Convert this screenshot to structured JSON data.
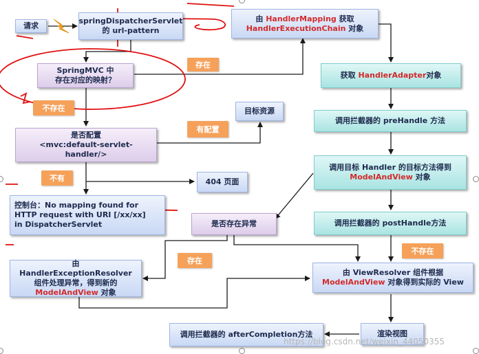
{
  "nodes": {
    "request": "请求",
    "dispatcher_l1": "springDispatcherServlet",
    "dispatcher_l2a": "的 ",
    "dispatcher_l2b": "url-pattern",
    "handler_mapping_l1a": "由 ",
    "handler_mapping_l1b": "HandlerMapping",
    "handler_mapping_l1c": " 获取",
    "handler_mapping_l2a": "HandlerExecutionChain",
    "handler_mapping_l2b": " 对象",
    "mapping_exists_l1": "SpringMVC 中",
    "mapping_exists_l2": "存在对应的映射？",
    "get_adapter_a": "获取 ",
    "get_adapter_b": "HandlerAdapter",
    "get_adapter_c": "对象",
    "prehandle_a": "调用拦截器的 ",
    "prehandle_b": "preHandle",
    "prehandle_c": " 方法",
    "target_resource": "目标资源",
    "default_servlet_l1": "是否配置",
    "default_servlet_l2": "<mvc:default-servlet-",
    "default_servlet_l3": "handler/>",
    "call_target_l1": "调用目标 Handler 的目标方法得到",
    "call_target_l2a": "ModelAndView",
    "call_target_l2b": " 对象",
    "page_404": "404 页面",
    "console_l1": "控制台：No mapping found for",
    "console_l2": "HTTP request with URI [/xx/xx]",
    "console_l3": "in DispatcherServlet",
    "exception_check": "是否存在异常",
    "posthandle_a": "调用拦截器的 ",
    "posthandle_b": "postHandle",
    "posthandle_c": "方法",
    "exc_resolver_l1a": "由 ",
    "exc_resolver_l1b": "HandlerExceptionResolver",
    "exc_resolver_l2": "组件处理异常，得到新的",
    "exc_resolver_l3a": "ModelAndView",
    "exc_resolver_l3b": " 对象",
    "view_resolver_l1a": "由 ",
    "view_resolver_l1b": "ViewResolver",
    "view_resolver_l1c": " 组件根据",
    "view_resolver_l2a": "ModelAndView",
    "view_resolver_l2b": " 对象得到实际的 View",
    "render_view": "渲染视图",
    "after_completion_a": "调用拦截器的 ",
    "after_completion_b": "afterCompletion",
    "after_completion_c": "方法"
  },
  "labels": {
    "exists": "存在",
    "not_exists": "不存在",
    "configured": "有配置",
    "not_configured": "不有",
    "exception_exists": "存在",
    "no_exception": "不存在"
  },
  "watermark": "https://blog.csdn.net/weixin_44050355",
  "colors": {
    "arrow": "#1a1a1a",
    "red_annotation": "#e01010",
    "tag": "#f5a15a",
    "highlight_text": "#d22a2a"
  }
}
